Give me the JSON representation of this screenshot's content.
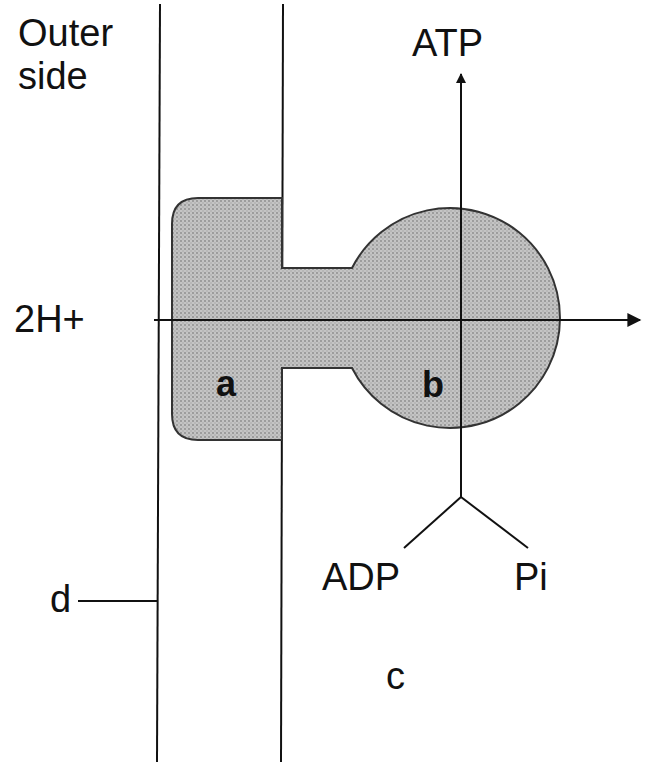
{
  "diagram": {
    "nodes": [
      {
        "text": [
          "a"
        ]
      },
      {
        "text": [
          "b"
        ]
      }
    ],
    "labels": [
      "Outer side",
      "ATP",
      "2H+",
      "ADP",
      "Pi",
      "d",
      "c"
    ]
  }
}
